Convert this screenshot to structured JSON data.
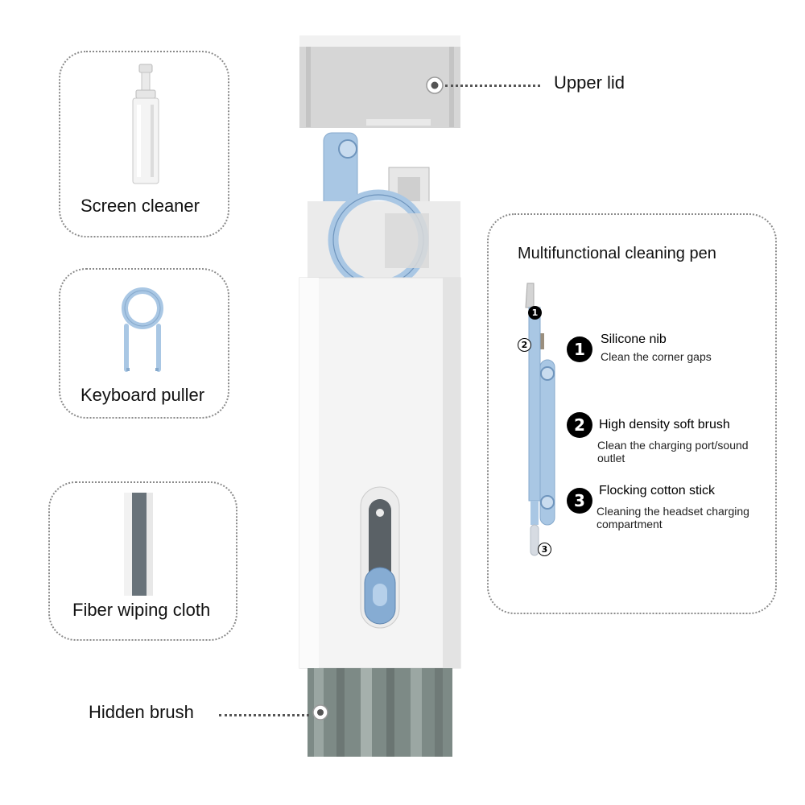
{
  "accessories": {
    "screen_cleaner": "Screen cleaner",
    "keyboard_puller": "Keyboard puller",
    "fiber_cloth": "Fiber wiping cloth"
  },
  "callouts": {
    "upper_lid": "Upper lid",
    "hidden_brush": "Hidden brush"
  },
  "pen_panel": {
    "title": "Multifunctional cleaning pen",
    "features": [
      {
        "number": "1",
        "title": "Silicone nib",
        "desc": "Clean the corner gaps"
      },
      {
        "number": "2",
        "title": "High density soft brush",
        "desc": "Clean the charging port/sound outlet"
      },
      {
        "number": "3",
        "title": "Flocking cotton stick",
        "desc": "Cleaning the headset charging compartment"
      }
    ]
  },
  "colors": {
    "accent_blue": "#a9c7e4",
    "accent_blue_dark": "#6f95bd",
    "body_white": "#f4f4f4",
    "brush_gray": "#7d8a86",
    "dark_gray": "#5a6166"
  }
}
